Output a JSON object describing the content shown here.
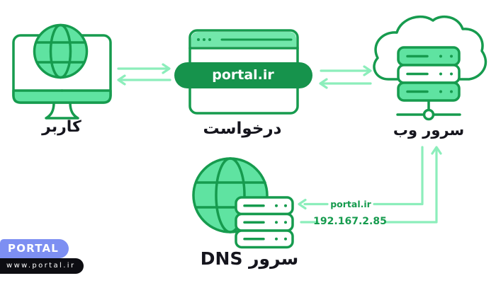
{
  "colors": {
    "green": "#169b4e",
    "light_green": "#5fe3a1",
    "pale_green": "#72e7ab",
    "mint": "#8ceebb",
    "pill_green": "#16934c",
    "label_dark": "#15151d",
    "logo_blue": "#7d8ff2",
    "logo_black": "#0d0d12",
    "background": "#ffffff"
  },
  "nodes": {
    "user": {
      "label": "کاربر"
    },
    "request": {
      "label": "درخواست",
      "address": "portal.ir"
    },
    "web_server": {
      "label": "سرور وب"
    },
    "dns_server": {
      "label": "سرور DNS"
    }
  },
  "edges": [
    {
      "from": "user",
      "to": "request",
      "direction": "both"
    },
    {
      "from": "request",
      "to": "web_server",
      "direction": "both"
    },
    {
      "from": "web_server",
      "to": "dns_server",
      "label": "portal.ir"
    },
    {
      "from": "dns_server",
      "to": "web_server",
      "label": "192.167.2.85"
    }
  ],
  "annotations": {
    "dns_query": "portal.ir",
    "dns_answer_ip": "192.167.2.85"
  },
  "branding": {
    "logo_text": "PORTAL",
    "logo_url": "www.portal.ir"
  }
}
